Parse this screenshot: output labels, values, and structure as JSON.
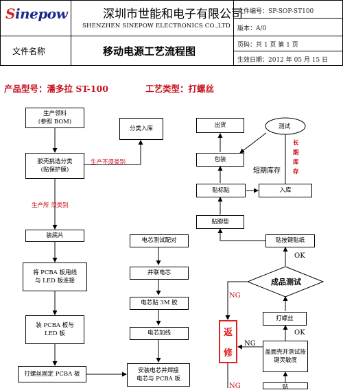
{
  "header": {
    "logo_text": "inepow",
    "logo_letter": "S",
    "company_cn": "深圳市世能和电子有限公司",
    "company_en": "SHENZHEN SINEPOW ELECTRONICS CO.,LTD",
    "doc_number": "文件编号：SP-SOP-ST100",
    "version": "版本：A/0",
    "page_info": "页码：共 1 页    第 1 页",
    "effective_date": "生效日期：2012 年 05 月 15 日",
    "doc_name_label": "文件名称",
    "doc_title": "移动电源工艺流程图"
  },
  "product_line": "产品型号：潘多拉 ST-100",
  "process_type": "工艺类型：打螺丝",
  "left_column": [
    {
      "lines": [
        "生产领料",
        "(参照 BOM)"
      ]
    },
    {
      "lines": [
        "胶壳挑选分类",
        "(贴保护膜)"
      ]
    },
    {
      "lines": [
        "装底片"
      ]
    },
    {
      "lines": [
        "将 PCBA 板用线",
        "与 LED 板连接"
      ]
    },
    {
      "lines": [
        "装 PCBA 板与",
        "LED 板"
      ]
    },
    {
      "lines": [
        "打螺丝固定 PCBA 板"
      ]
    }
  ],
  "classify_box": "分类入库",
  "no_classify_label": "生产不须类别",
  "production_label": "生产所 须类别",
  "middle_column": [
    "电芯测试配对",
    "并联电芯",
    "电芯贴 3M 胶",
    "电芯加线",
    [
      "安装电芯并焊接",
      "电芯与 PCBA 板"
    ]
  ],
  "right_column": {
    "ship": "出货",
    "test": "测试",
    "pack": "包装",
    "label_stick": "贴标贴",
    "warehouse_in": "入库",
    "foot_pad": "贴脚垫",
    "key_paper": "贴按键贴纸",
    "product_test": "成品测试",
    "screw": "打螺丝",
    "cover_test": [
      "盖面壳并测试按",
      "键灵敏度"
    ],
    "bottom_partial": "贴",
    "long_storage": [
      "长",
      "期",
      "库",
      "存"
    ],
    "short_storage": "短期库存",
    "ok1": "OK",
    "ok2": "OK",
    "ng1": "NG",
    "ng2": "NG",
    "ng3": "NG",
    "rework": [
      "返",
      "修"
    ]
  }
}
